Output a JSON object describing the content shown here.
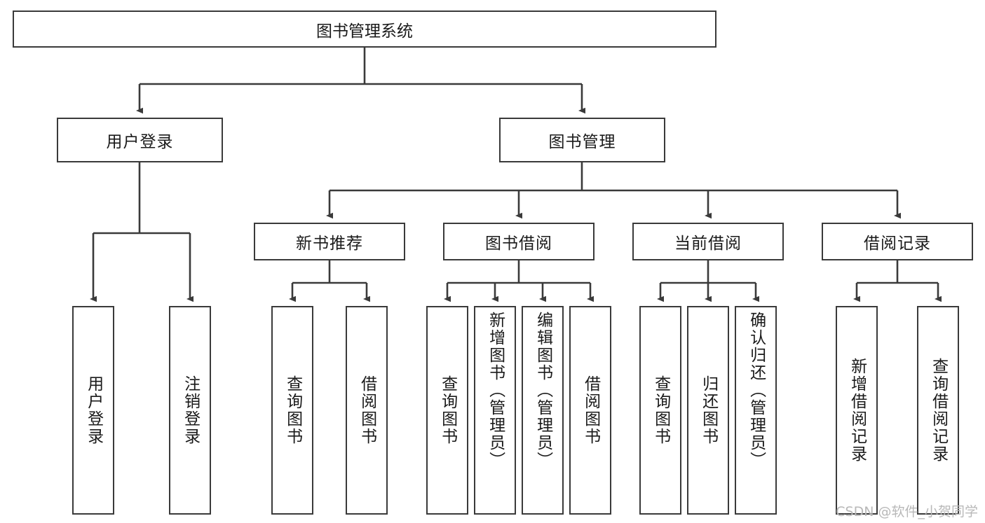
{
  "diagram": {
    "title": "图书管理系统",
    "watermark": "CSDN @软件_小贺同学",
    "stroke_color": "#3a3a3a",
    "background_color": "#ffffff",
    "text_color": "#1a1a1a",
    "root": {
      "label": "图书管理系统"
    },
    "level2": [
      {
        "label": "用户登录"
      },
      {
        "label": "图书管理"
      }
    ],
    "level3": [
      {
        "label": "新书推荐"
      },
      {
        "label": "图书借阅"
      },
      {
        "label": "当前借阅"
      },
      {
        "label": "借阅记录"
      }
    ],
    "leaves": {
      "user_login": [
        {
          "label": "用户登录"
        },
        {
          "label": "注销登录"
        }
      ],
      "new_book": [
        {
          "label": "查询图书"
        },
        {
          "label": "借阅图书"
        }
      ],
      "borrow": [
        {
          "label": "查询图书"
        },
        {
          "label": "新增图书（管理员）"
        },
        {
          "label": "编辑图书（管理员）"
        },
        {
          "label": "借阅图书"
        }
      ],
      "current": [
        {
          "label": "查询图书"
        },
        {
          "label": "归还图书"
        },
        {
          "label": "确认归还（管理员）"
        }
      ],
      "records": [
        {
          "label": "新增借阅记录"
        },
        {
          "label": "查询借阅记录"
        }
      ]
    }
  }
}
